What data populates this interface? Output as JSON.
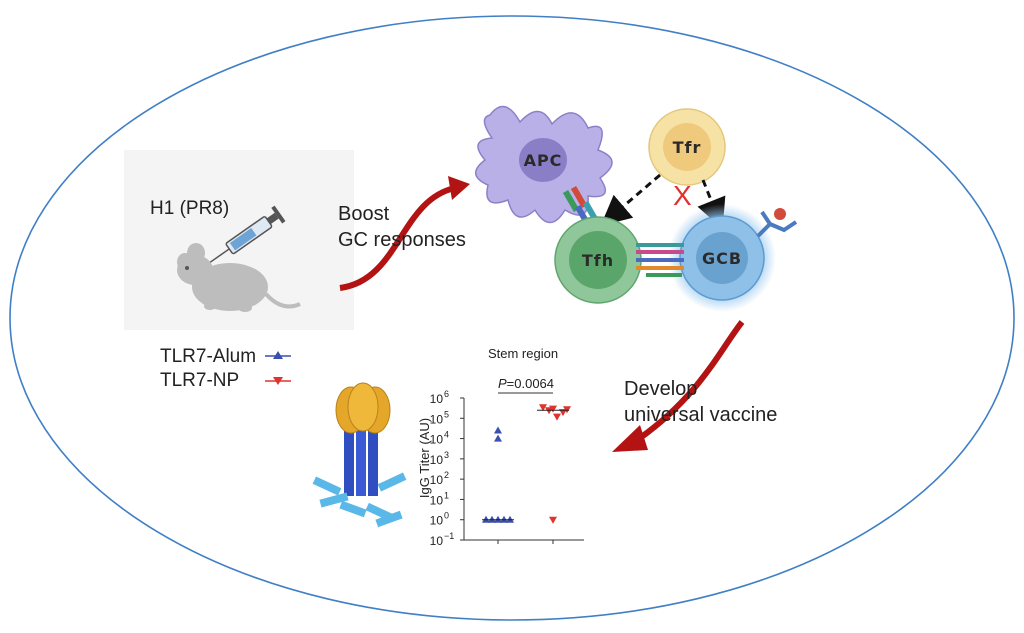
{
  "mouse_panel": {
    "antigen_label": "H1 (PR8)",
    "legend": [
      {
        "label": "TLR7-Alum",
        "symbol": "up-triangle",
        "color": "#3b4fb0"
      },
      {
        "label": "TLR7-NP",
        "symbol": "down-triangle",
        "color": "#e0322e"
      }
    ]
  },
  "arrows": {
    "boost_line1": "Boost",
    "boost_line2": "GC responses",
    "develop_line1": "Develop",
    "develop_line2": "universal vaccine",
    "arrow_color": "#b31312"
  },
  "cells": {
    "apc": "APC",
    "tfr": "Tfr",
    "tfh": "Tfh",
    "gcb": "GCB",
    "inhibition_mark": "X"
  },
  "colors": {
    "ellipse_border": "#3f7fc6",
    "apc": "#b9b0e8",
    "tfr": "#f7e2a6",
    "tfh": "#8fc79a",
    "gcb": "#8fc0e8",
    "inhibition": "#e0322e"
  },
  "chart_data": {
    "type": "scatter",
    "title": "Stem region",
    "ylabel": "IgG Titer (AU)",
    "yscale": "log",
    "ylim": [
      0.1,
      1000000
    ],
    "yticks": [
      {
        "value": 0.1,
        "base": "10",
        "exp": "−1"
      },
      {
        "value": 1,
        "base": "10",
        "exp": "0"
      },
      {
        "value": 10,
        "base": "10",
        "exp": "1"
      },
      {
        "value": 100,
        "base": "10",
        "exp": "2"
      },
      {
        "value": 1000,
        "base": "10",
        "exp": "3"
      },
      {
        "value": 10000,
        "base": "10",
        "exp": "4"
      },
      {
        "value": 100000,
        "base": "10",
        "exp": "5"
      },
      {
        "value": 1000000,
        "base": "10",
        "exp": "6"
      }
    ],
    "annotation": {
      "italic": "P",
      "rest": "=0.0064"
    },
    "series": [
      {
        "name": "TLR7-Alum",
        "color": "#3b4fb0",
        "marker": "up-triangle",
        "values": [
          1,
          1,
          1,
          1,
          1,
          25000,
          10000
        ],
        "median": 1
      },
      {
        "name": "TLR7-NP",
        "color": "#e0322e",
        "marker": "down-triangle",
        "values": [
          1,
          350000,
          300000,
          200000,
          250000,
          120000,
          280000
        ],
        "median": 250000
      }
    ]
  }
}
